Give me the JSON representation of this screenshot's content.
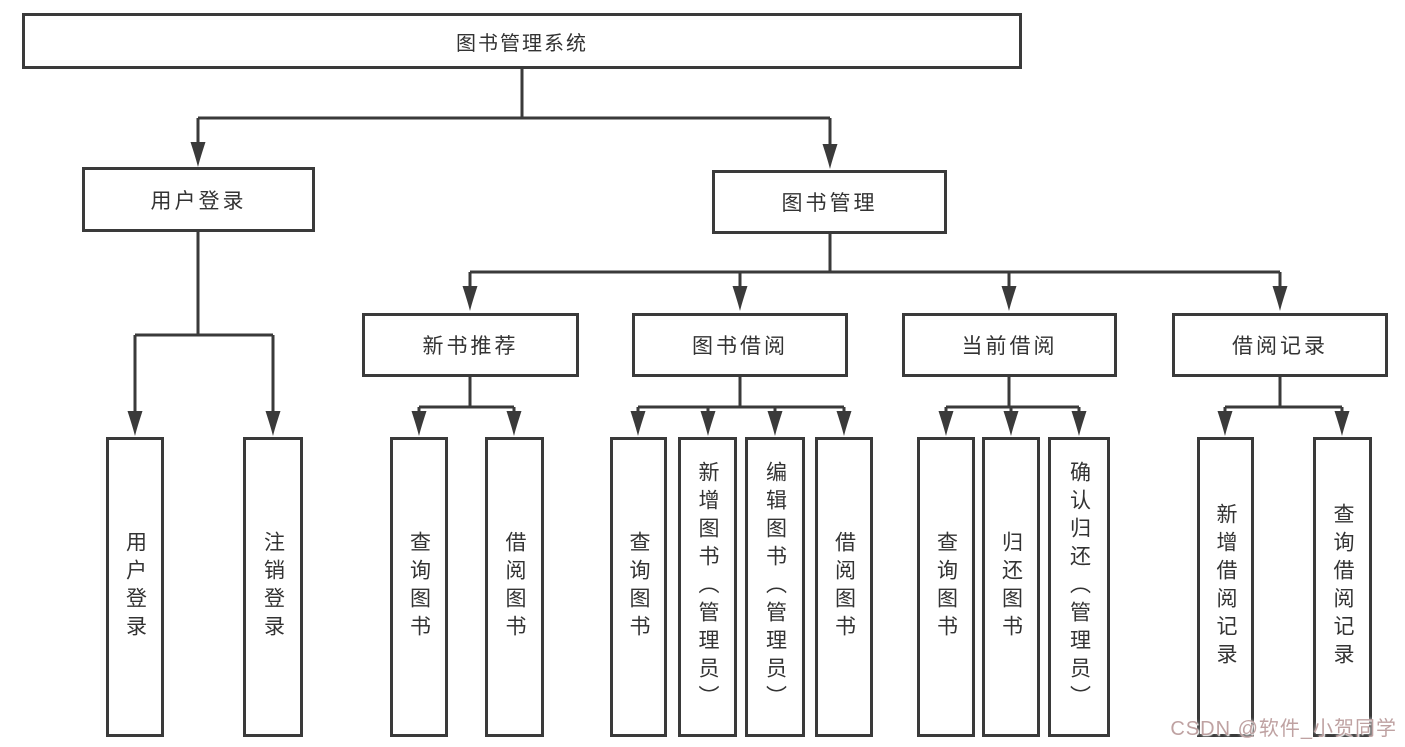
{
  "tree": {
    "label": "图书管理系统",
    "children": [
      {
        "label": "用户登录",
        "children": [
          {
            "label": "用户登录"
          },
          {
            "label": "注销登录"
          }
        ]
      },
      {
        "label": "图书管理",
        "children": [
          {
            "label": "新书推荐",
            "children": [
              {
                "label": "查询图书"
              },
              {
                "label": "借阅图书"
              }
            ]
          },
          {
            "label": "图书借阅",
            "children": [
              {
                "label": "查询图书"
              },
              {
                "label": "新增图书（管理员）"
              },
              {
                "label": "编辑图书（管理员）"
              },
              {
                "label": "借阅图书"
              }
            ]
          },
          {
            "label": "当前借阅",
            "children": [
              {
                "label": "查询图书"
              },
              {
                "label": "归还图书"
              },
              {
                "label": "确认归还（管理员）"
              }
            ]
          },
          {
            "label": "借阅记录",
            "children": [
              {
                "label": "新增借阅记录"
              },
              {
                "label": "查询借阅记录"
              }
            ]
          }
        ]
      }
    ]
  },
  "watermark": {
    "text": "CSDN @软件_小贺同学"
  },
  "colors": {
    "stroke": "#3a3a3a",
    "text": "#333333",
    "background": "#ffffff",
    "watermark_text": "#bfa2a2"
  }
}
